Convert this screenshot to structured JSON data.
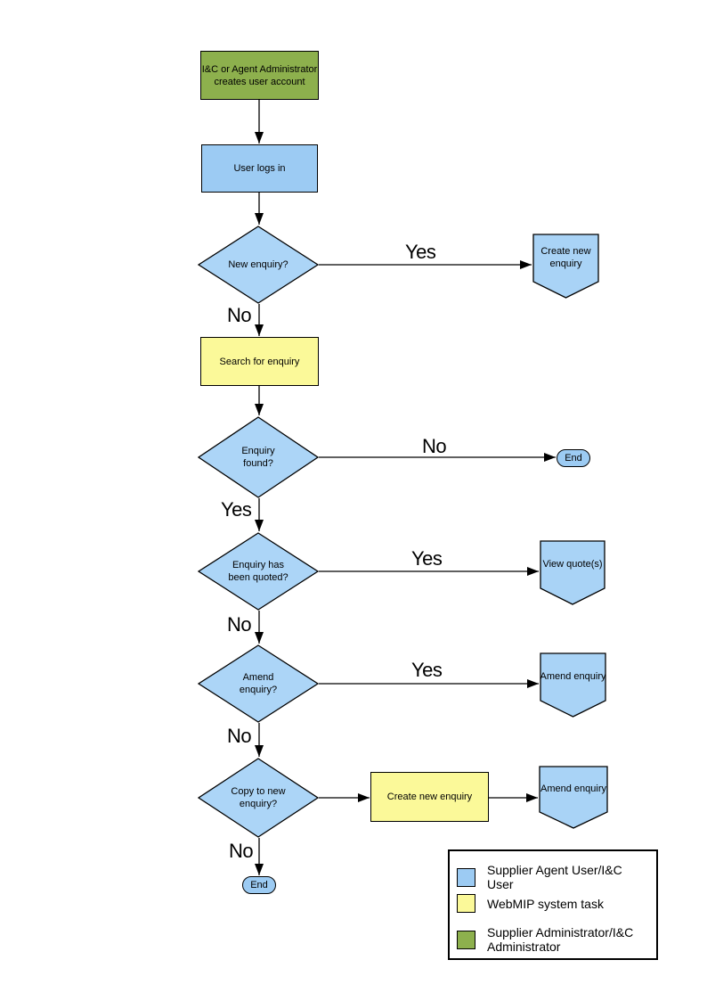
{
  "colors": {
    "process_blue": "#9CCBF3",
    "decision_blue": "#ACD5F7",
    "offpage_blue": "#A9D3F6",
    "task_yellow": "#FBF999",
    "admin_green": "#8DB04D",
    "outline": "#000000"
  },
  "nodes": {
    "admin_creates_account": {
      "type": "process",
      "text": "I&C or Agent Administrator\ncreates user account"
    },
    "user_logs_in": {
      "type": "process",
      "text": "User logs in"
    },
    "new_enquiry_decision": {
      "type": "decision",
      "text": "New enquiry?"
    },
    "create_new_enquiry_offpage": {
      "type": "offpage",
      "text": "Create new\nenquiry"
    },
    "search_for_enquiry": {
      "type": "task",
      "text": "Search for enquiry"
    },
    "enquiry_found_decision": {
      "type": "decision",
      "text": "Enquiry\nfound?"
    },
    "end_right": {
      "type": "terminator",
      "text": "End"
    },
    "enquiry_quoted_decision": {
      "type": "decision",
      "text": "Enquiry has\nbeen quoted?"
    },
    "view_quotes_offpage": {
      "type": "offpage",
      "text": "View quote(s)"
    },
    "amend_enquiry_decision": {
      "type": "decision",
      "text": "Amend\nenquiry?"
    },
    "amend_enquiry_offpage_1": {
      "type": "offpage",
      "text": "Amend enquiry"
    },
    "copy_to_new_decision": {
      "type": "decision",
      "text": "Copy to new\nenquiry?"
    },
    "create_new_enquiry_task": {
      "type": "task",
      "text": "Create new enquiry"
    },
    "amend_enquiry_offpage_2": {
      "type": "offpage",
      "text": "Amend enquiry"
    },
    "end_bottom": {
      "type": "terminator",
      "text": "End"
    }
  },
  "edge_labels": {
    "yes": "Yes",
    "no": "No"
  },
  "legend": {
    "items": [
      {
        "color": "#9CCBF3",
        "label": "Supplier Agent User/I&C User"
      },
      {
        "color": "#FBF999",
        "label": "WebMIP system task"
      },
      {
        "color": "#8DB04D",
        "label": "Supplier Administrator/I&C Administrator"
      }
    ]
  }
}
